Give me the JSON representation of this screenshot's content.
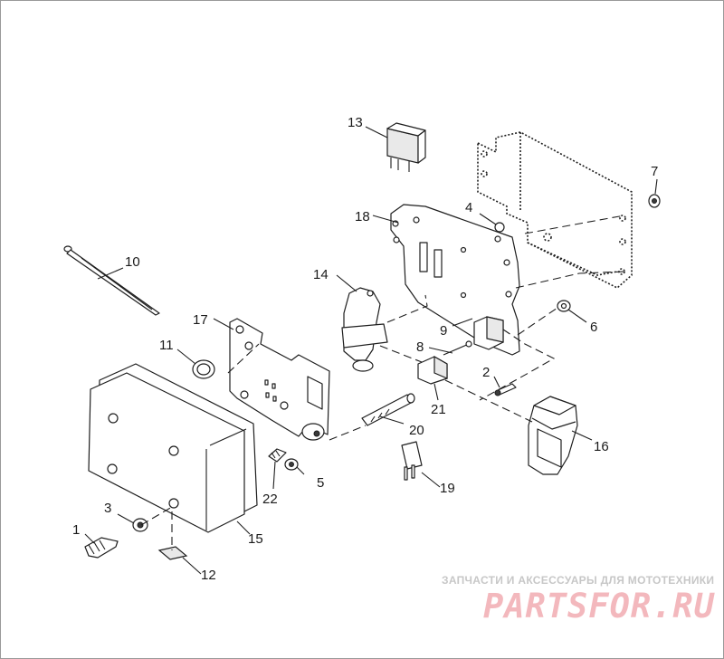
{
  "diagram": {
    "callouts": [
      {
        "id": "1",
        "label": "1"
      },
      {
        "id": "2",
        "label": "2"
      },
      {
        "id": "3",
        "label": "3"
      },
      {
        "id": "4",
        "label": "4"
      },
      {
        "id": "5",
        "label": "5"
      },
      {
        "id": "6",
        "label": "6"
      },
      {
        "id": "7",
        "label": "7"
      },
      {
        "id": "8",
        "label": "8"
      },
      {
        "id": "9",
        "label": "9"
      },
      {
        "id": "10",
        "label": "10"
      },
      {
        "id": "11",
        "label": "11"
      },
      {
        "id": "12",
        "label": "12"
      },
      {
        "id": "13",
        "label": "13"
      },
      {
        "id": "14",
        "label": "14"
      },
      {
        "id": "15",
        "label": "15"
      },
      {
        "id": "16",
        "label": "16"
      },
      {
        "id": "17",
        "label": "17"
      },
      {
        "id": "18",
        "label": "18"
      },
      {
        "id": "19",
        "label": "19"
      },
      {
        "id": "20",
        "label": "20"
      },
      {
        "id": "21",
        "label": "21"
      },
      {
        "id": "22",
        "label": "22"
      }
    ]
  },
  "watermark": {
    "tagline": "ЗАПЧАСТИ И АКСЕССУАРЫ ДЛЯ МОТОТЕХНИКИ",
    "logo": "PARTSFOR.RU",
    "color": "#f3b8bd"
  }
}
